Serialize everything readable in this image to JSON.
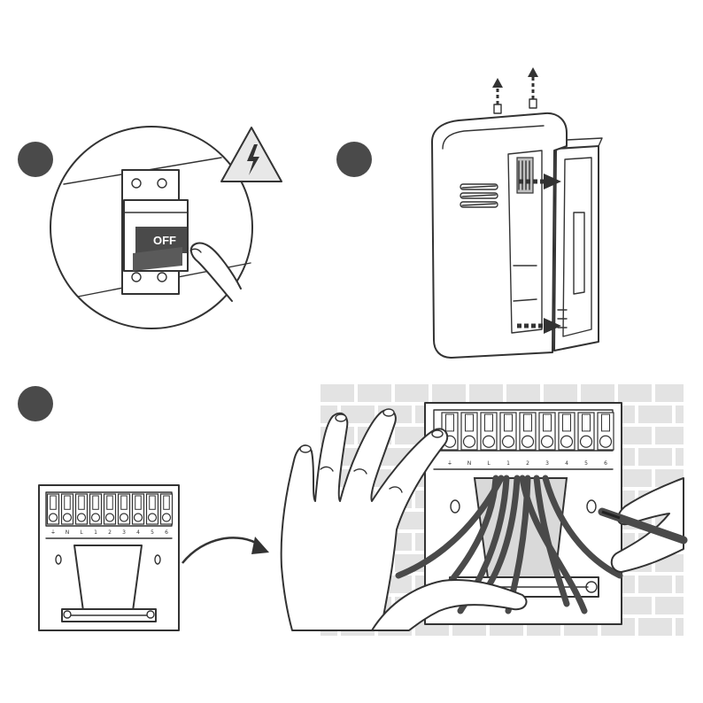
{
  "figure": {
    "breaker_label": "OFF",
    "terminal_labels": [
      "⏚",
      "N",
      "L",
      "1",
      "2",
      "3",
      "4",
      "5",
      "6"
    ],
    "colors": {
      "line": "#333333",
      "step_marker": "#4a4a4a",
      "wire": "#4a4a4a",
      "brick": "#e3e3e3",
      "background": "#ffffff"
    },
    "icons": [
      "high-voltage-warning-icon",
      "arrow-icon",
      "step-marker-icon"
    ]
  }
}
